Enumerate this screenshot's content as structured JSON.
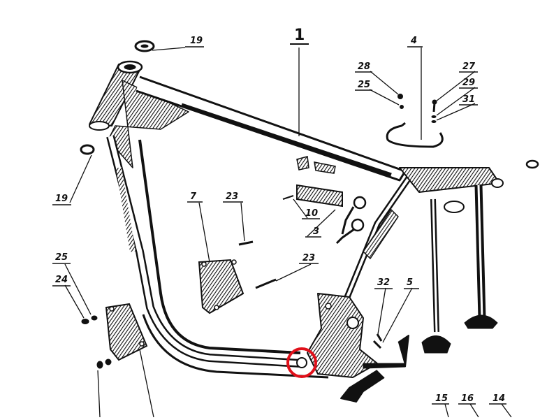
{
  "callouts": {
    "c1": "1",
    "c4": "4",
    "c19a": "19",
    "c19b": "19",
    "c28": "28",
    "c25a": "25",
    "c27": "27",
    "c29": "29",
    "c31": "31",
    "c7": "7",
    "c23a": "23",
    "c23b": "23",
    "c10": "10",
    "c3": "3",
    "c25b": "25",
    "c24": "24",
    "c32": "32",
    "c5": "5",
    "c15": "15",
    "c16": "16",
    "c14": "14"
  },
  "highlight_color": "#e0101a",
  "ink_color": "#111111"
}
